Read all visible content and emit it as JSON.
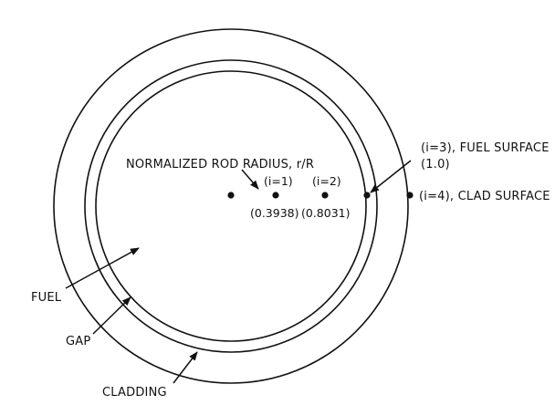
{
  "labels": {
    "title": "NORMALIZED ROD RADIUS, r/R",
    "i1": "(i=1)",
    "i1_value": "(0.3938)",
    "i2": "(i=2)",
    "i2_value": "(0.8031)",
    "i3": "(i=3), FUEL SURFACE",
    "i3_value": "(1.0)",
    "i4": "(i=4), CLAD SURFACE",
    "fuel": "FUEL",
    "gap": "GAP",
    "cladding": "CLADDING"
  },
  "colors": {
    "ink": "#111111",
    "background": "#ffffff"
  }
}
